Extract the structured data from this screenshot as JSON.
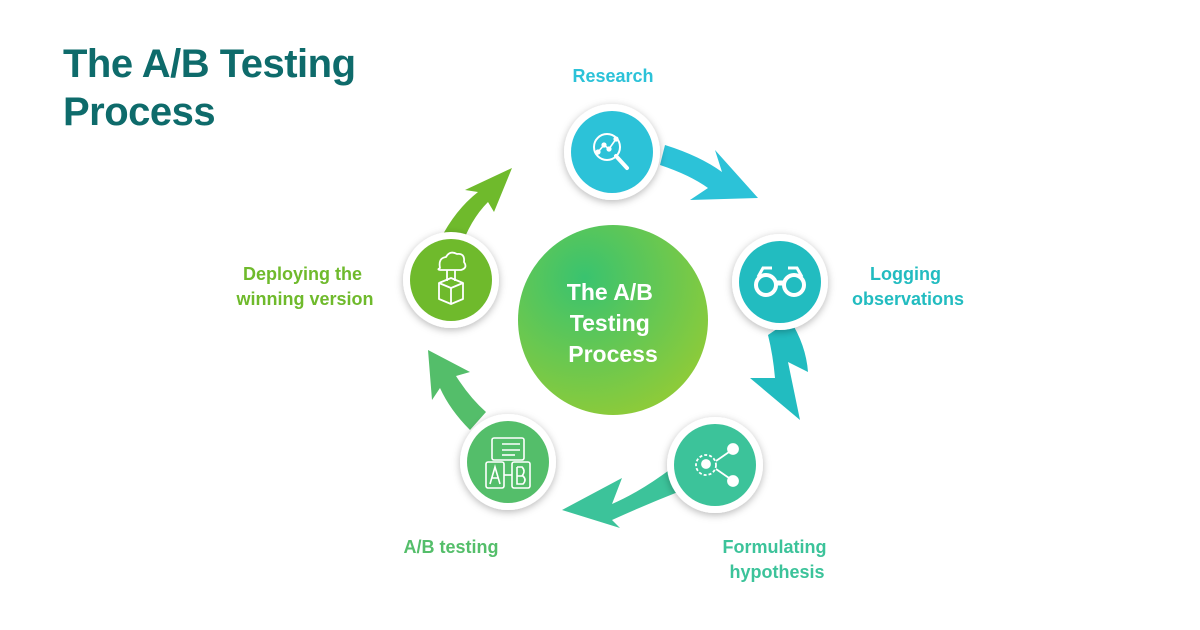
{
  "title": "The A/B Testing Process",
  "center": {
    "lines": [
      "The A/B",
      "Testing",
      "Process"
    ]
  },
  "colors": {
    "title": "#0e6b6b",
    "research": "#2cc2d8",
    "logging": "#22bcc0",
    "hypothesis": "#3cc39a",
    "abtest": "#54be6a",
    "deploy": "#6fba2c"
  },
  "steps": [
    {
      "id": "research",
      "label_lines": [
        "Research"
      ],
      "icon": "magnifier-chart-icon"
    },
    {
      "id": "logging",
      "label_lines": [
        "Logging",
        "observations"
      ],
      "icon": "binoculars-icon"
    },
    {
      "id": "hypothesis",
      "label_lines": [
        "Formulating",
        "hypothesis"
      ],
      "icon": "lightbulb-network-icon"
    },
    {
      "id": "abtest",
      "label_lines": [
        "A/B testing"
      ],
      "icon": "ab-devices-icon"
    },
    {
      "id": "deploy",
      "label_lines": [
        "Deploying the",
        "winning version"
      ],
      "icon": "cloud-box-icon"
    }
  ]
}
